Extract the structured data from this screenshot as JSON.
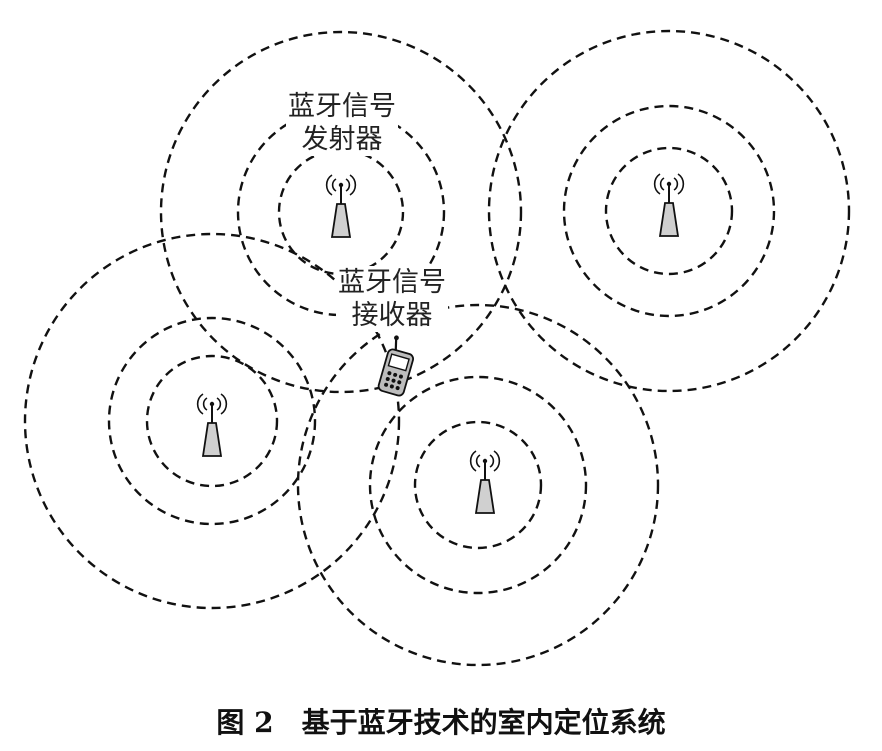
{
  "labels": {
    "transmitter_line1": "蓝牙信号",
    "transmitter_line2": "发射器",
    "receiver_line1": "蓝牙信号",
    "receiver_line2": "接收器"
  },
  "caption": {
    "figure_number": "图 2",
    "title": "基于蓝牙技术的室内定位系统"
  },
  "icons": {
    "transmitter": "radio-tower-icon",
    "receiver": "mobile-phone-icon"
  },
  "colors": {
    "line": "#111111",
    "tower_fill": "#d0d0d0",
    "phone_fill": "#bdbdbd",
    "background": "#ffffff"
  }
}
